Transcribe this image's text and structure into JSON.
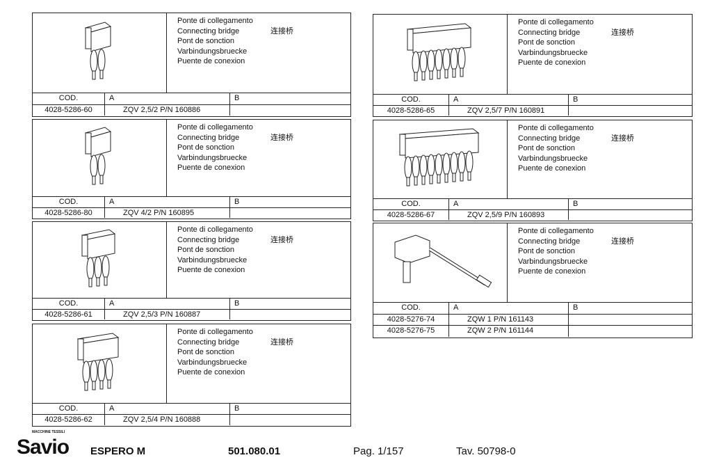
{
  "headers": {
    "cod": "COD.",
    "a": "A",
    "b": "B"
  },
  "cards": [
    {
      "poles": 2,
      "desc": [
        "Ponte di collegamento",
        "Connecting bridge",
        "Pont de sonction",
        "Varbindungsbruecke",
        "Puente de conexion"
      ],
      "cn": "连接桥",
      "rows": [
        {
          "cod": "4028-5286-60",
          "a": "ZQV 2,5/2 P/N 160886",
          "b": ""
        }
      ]
    },
    {
      "poles": 2,
      "desc": [
        "Ponte di collegamento",
        "Connecting bridge",
        "Pont de sonction",
        "Varbindungsbruecke",
        "Puente de conexion"
      ],
      "cn": "连接桥",
      "rows": [
        {
          "cod": "4028-5286-80",
          "a": "ZQV 4/2 P/N 160895",
          "b": ""
        }
      ]
    },
    {
      "poles": 3,
      "desc": [
        "Ponte di collegamento",
        "Connecting bridge",
        "Pont de sonction",
        "Varbindungsbruecke",
        "Puente de conexion"
      ],
      "cn": "连接桥",
      "rows": [
        {
          "cod": "4028-5286-61",
          "a": "ZQV 2,5/3 P/N 160887",
          "b": ""
        }
      ]
    },
    {
      "poles": 4,
      "desc": [
        "Ponte di collegamento",
        "Connecting bridge",
        "Pont de sonction",
        "Varbindungsbruecke",
        "Puente de conexion"
      ],
      "cn": "连接桥",
      "rows": [
        {
          "cod": "4028-5286-62",
          "a": "ZQV 2,5/4 P/N 160888",
          "b": ""
        }
      ]
    },
    {
      "poles": 7,
      "desc": [
        "Ponte di collegamento",
        "Connecting bridge",
        "Pont de sonction",
        "Varbindungsbruecke",
        "Puente de conexion"
      ],
      "cn": "连接桥",
      "rows": [
        {
          "cod": "4028-5286-65",
          "a": "ZQV 2,5/7 P/N 160891",
          "b": ""
        }
      ]
    },
    {
      "poles": 9,
      "desc": [
        "Ponte di collegamento",
        "Connecting bridge",
        "Pont de sonction",
        "Varbindungsbruecke",
        "Puente de conexion"
      ],
      "cn": "连接桥",
      "rows": [
        {
          "cod": "4028-5286-67",
          "a": "ZQV 2,5/9 P/N 160893",
          "b": ""
        }
      ]
    },
    {
      "poles": 0,
      "desc": [
        "Ponte di collegamento",
        "Connecting bridge",
        "Pont de sonction",
        "Varbindungsbruecke",
        "Puente de conexion"
      ],
      "cn": "连接桥",
      "rows": [
        {
          "cod": "4028-5276-74",
          "a": "ZQW 1 P/N 161143",
          "b": ""
        },
        {
          "cod": "4028-5276-75",
          "a": "ZQW 2 P/N 161144",
          "b": ""
        }
      ]
    }
  ],
  "footer": {
    "brand": "Savio",
    "brand_tag": "MACCHINE TESSILI",
    "model": "ESPERO M",
    "code": "501.080.01",
    "page": "Pag. 1/157",
    "table": "Tav. 50798-0"
  }
}
